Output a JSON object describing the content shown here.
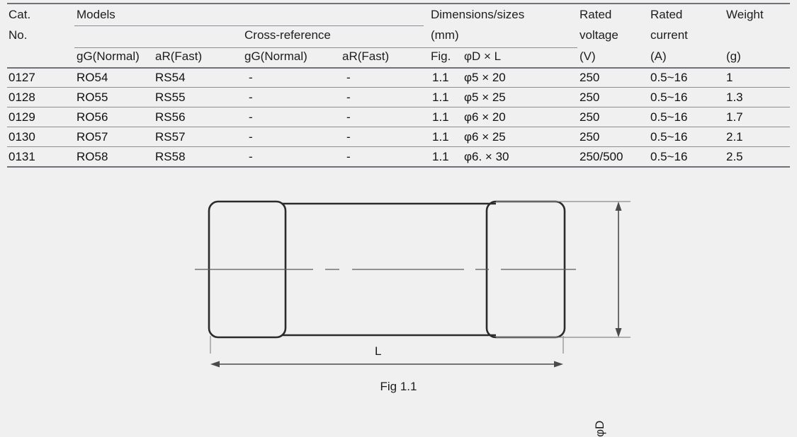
{
  "table": {
    "headers": {
      "cat_no_line1": "Cat.",
      "cat_no_line2": "No.",
      "models": "Models",
      "cross_reference": "Cross-reference",
      "models_gg": "gG(Normal)",
      "models_ar": "aR(Fast)",
      "xref_gg": "gG(Normal)",
      "xref_ar": "aR(Fast)",
      "dimensions_line1": "Dimensions/sizes",
      "dimensions_line2": "(mm)",
      "fig": "Fig.",
      "dia_x_l": "φD × L",
      "rated_voltage_line1": "Rated",
      "rated_voltage_line2": "voltage",
      "rated_voltage_line3": "(V)",
      "rated_current_line1": "Rated",
      "rated_current_line2": "current",
      "rated_current_line3": "(A)",
      "weight_line1": "Weight",
      "weight_line2": "(g)"
    },
    "rows": [
      {
        "cat_no": "0127",
        "models_gg": "RO54",
        "models_ar": "RS54",
        "xref_gg": "-",
        "xref_ar": "-",
        "fig": "1.1",
        "dia_x_l": "φ5 × 20",
        "rated_voltage": "250",
        "rated_current": "0.5~16",
        "weight": "1"
      },
      {
        "cat_no": "0128",
        "models_gg": "RO55",
        "models_ar": "RS55",
        "xref_gg": "-",
        "xref_ar": "-",
        "fig": "1.1",
        "dia_x_l": "φ5 × 25",
        "rated_voltage": "250",
        "rated_current": "0.5~16",
        "weight": "1.3"
      },
      {
        "cat_no": "0129",
        "models_gg": "RO56",
        "models_ar": "RS56",
        "xref_gg": "-",
        "xref_ar": "-",
        "fig": "1.1",
        "dia_x_l": "φ6 × 20",
        "rated_voltage": "250",
        "rated_current": "0.5~16",
        "weight": "1.7"
      },
      {
        "cat_no": "0130",
        "models_gg": "RO57",
        "models_ar": "RS57",
        "xref_gg": "-",
        "xref_ar": "-",
        "fig": "1.1",
        "dia_x_l": "φ6 × 25",
        "rated_voltage": "250",
        "rated_current": "0.5~16",
        "weight": "2.1"
      },
      {
        "cat_no": "0131",
        "models_gg": "RO58",
        "models_ar": "RS58",
        "xref_gg": "-",
        "xref_ar": "-",
        "fig": "1.1",
        "dia_x_l": "φ6. × 30",
        "rated_voltage": "250/500",
        "rated_current": "0.5~16",
        "weight": "2.5"
      }
    ]
  },
  "figure": {
    "caption": "Fig 1.1",
    "diameter_label": "φD",
    "length_label": "L"
  },
  "colors": {
    "background": "#f0f0f0",
    "rule": "#8a8d91",
    "outline": "#2b2b2b",
    "dimension_line": "#4a4a4a",
    "text": "#1b1b1b"
  }
}
